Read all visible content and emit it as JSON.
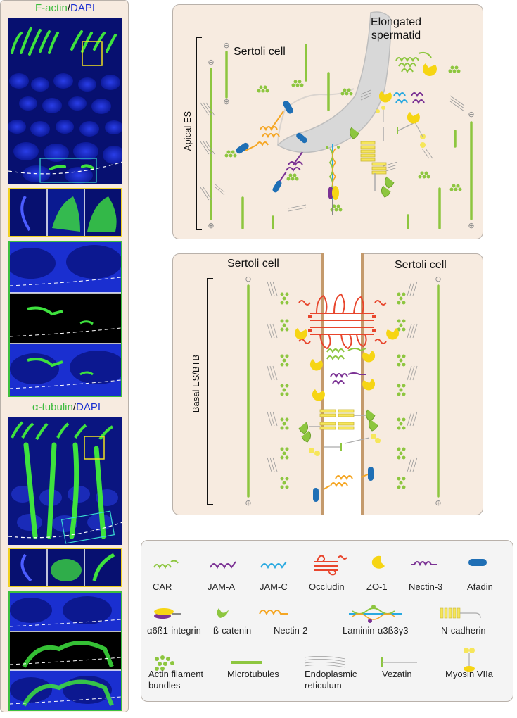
{
  "left_column": {
    "top_title_green": "F-actin",
    "top_title_sep": "/",
    "top_title_blue": "DAPI",
    "bottom_title_green": "α-tubulin",
    "bottom_title_sep": "/",
    "bottom_title_blue": "DAPI"
  },
  "apical_panel": {
    "cell_label": "Sertoli cell",
    "spermatid_label_line1": "Elongated",
    "spermatid_label_line2": "spermatid",
    "side_label": "Apical ES",
    "minus_sign": "⊖",
    "plus_sign": "⊕"
  },
  "basal_panel": {
    "left_cell_label": "Sertoli cell",
    "right_cell_label": "Sertoli cell",
    "side_label": "Basal ES/BTB",
    "minus_sign": "⊖",
    "plus_sign": "⊕"
  },
  "legend": {
    "items": [
      {
        "label": "CAR",
        "icon": "car-icon",
        "color": "#8dc63f"
      },
      {
        "label": "JAM-A",
        "icon": "jam-a-icon",
        "color": "#7b3294"
      },
      {
        "label": "JAM-C",
        "icon": "jam-c-icon",
        "color": "#29a9e0"
      },
      {
        "label": "Occludin",
        "icon": "occludin-icon",
        "color": "#e8452c"
      },
      {
        "label": "ZO-1",
        "icon": "zo-1-icon",
        "color": "#f6d514"
      },
      {
        "label": "Nectin-3",
        "icon": "nectin-3-icon",
        "color": "#7b3294"
      },
      {
        "label": "Afadin",
        "icon": "afadin-icon",
        "color": "#1f6fb5"
      },
      {
        "label": "α6ß1-integrin",
        "icon": "integrin-icon",
        "color": "#7b3294"
      },
      {
        "label": "ß-catenin",
        "icon": "beta-catenin-icon",
        "color": "#8dc63f"
      },
      {
        "label": "Nectin-2",
        "icon": "nectin-2-icon",
        "color": "#f5a623"
      },
      {
        "label": "Laminin-α3ß3γ3",
        "icon": "laminin-icon",
        "color": "#8dc63f"
      },
      {
        "label": "N-cadherin",
        "icon": "n-cadherin-icon",
        "color": "#e6d24a"
      },
      {
        "label": "Actin filament",
        "label2": "bundles",
        "icon": "actin-bundle-icon",
        "color": "#8dc63f"
      },
      {
        "label": "Microtubules",
        "icon": "microtubule-icon",
        "color": "#8dc63f"
      },
      {
        "label": "Endoplasmic",
        "label2": "reticulum",
        "icon": "er-icon",
        "color": "#999999"
      },
      {
        "label": "Vezatin",
        "icon": "vezatin-icon",
        "color": "#8dc63f"
      },
      {
        "label": "Myosin VIIa",
        "icon": "myosin-icon",
        "color": "#f6d514"
      }
    ]
  },
  "colors": {
    "panel_bg": "#f7ebe0",
    "border": "#b9b1aa",
    "green": "#8dc63f",
    "membrane": "#c49a6c",
    "dapi_blue": "#1a2fd0"
  }
}
